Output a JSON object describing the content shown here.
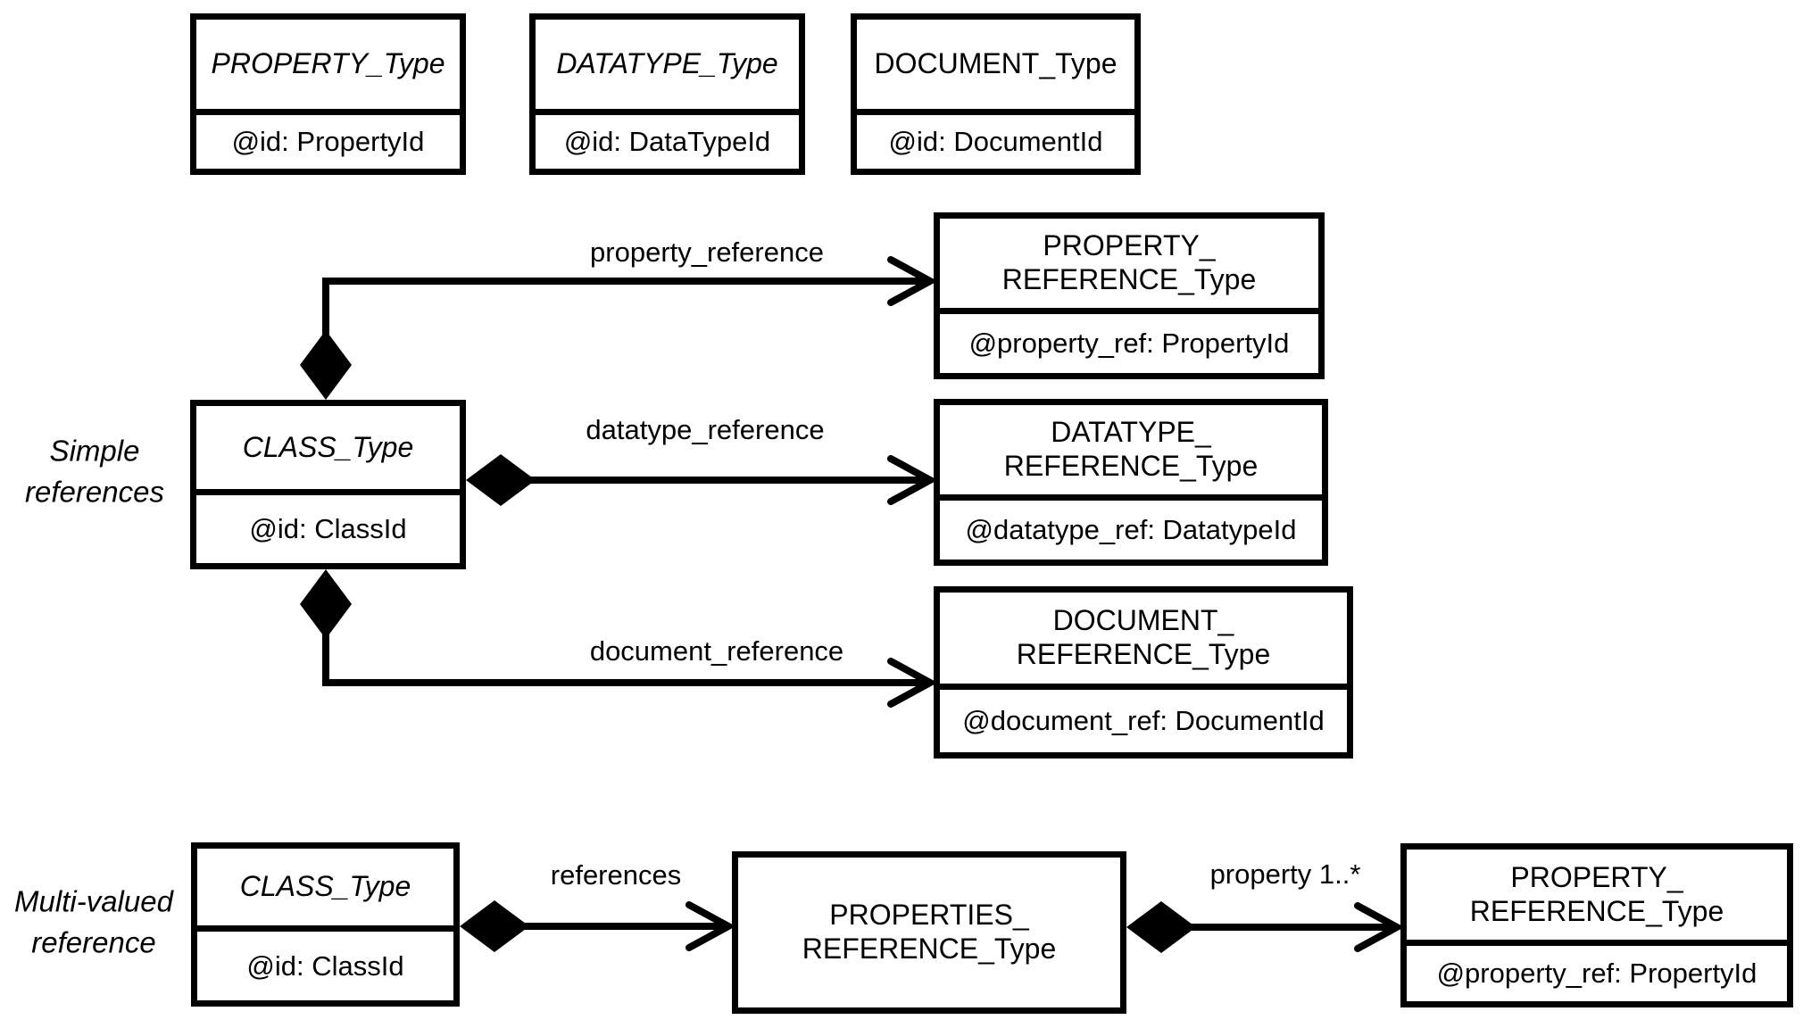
{
  "diagram": {
    "colors": {
      "foreground": "#000000",
      "background": "#ffffff"
    },
    "section_labels": {
      "simple": {
        "line1": "Simple",
        "line2": "references"
      },
      "multi": {
        "line1": "Multi-valued",
        "line2": "reference"
      }
    },
    "boxes": {
      "property_type": {
        "title": "PROPERTY_Type",
        "attr": "@id: PropertyId"
      },
      "datatype_type": {
        "title": "DATATYPE_Type",
        "attr": "@id: DataTypeId"
      },
      "document_type": {
        "title": "DOCUMENT_Type",
        "attr": "@id: DocumentId"
      },
      "property_ref_mid": {
        "title1": "PROPERTY_",
        "title2": "REFERENCE_Type",
        "attr": "@property_ref: PropertyId"
      },
      "class_mid": {
        "title": "CLASS_Type",
        "attr": "@id: ClassId"
      },
      "datatype_ref": {
        "title1": "DATATYPE_",
        "title2": "REFERENCE_Type",
        "attr": "@datatype_ref: DatatypeId"
      },
      "document_ref": {
        "title1": "DOCUMENT_",
        "title2": "REFERENCE_Type",
        "attr": "@document_ref: DocumentId"
      },
      "class_bottom": {
        "title": "CLASS_Type",
        "attr": "@id: ClassId"
      },
      "properties_ref": {
        "title1": "PROPERTIES_",
        "title2": "REFERENCE_Type"
      },
      "property_ref_bottom": {
        "title1": "PROPERTY_",
        "title2": "REFERENCE_Type",
        "attr": "@property_ref: PropertyId"
      }
    },
    "edges": {
      "property_reference": {
        "label": "property_reference"
      },
      "datatype_reference": {
        "label": "datatype_reference"
      },
      "document_reference": {
        "label": "document_reference"
      },
      "references": {
        "label": "references"
      },
      "property": {
        "label": "property 1..*"
      }
    }
  }
}
